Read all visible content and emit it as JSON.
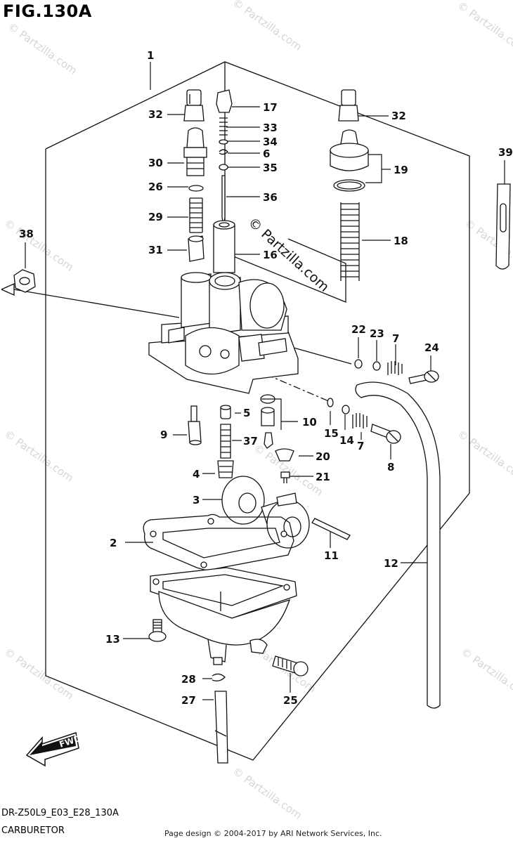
{
  "figure": {
    "title": "FIG.130A",
    "model_code": "DR-Z50L9_E03_E28_130A",
    "section_name": "CARBURETOR",
    "credit": "Page design © 2004-2017 by ARI Network Services, Inc.",
    "fwd_label": "FWD"
  },
  "watermark": {
    "text": "© Partzilla.com",
    "main_text": "© Partzilla.com"
  },
  "callouts": {
    "n1": "1",
    "n2": "2",
    "n3": "3",
    "n4": "4",
    "n5": "5",
    "n6": "6",
    "n7a": "7",
    "n7b": "7",
    "n8": "8",
    "n9": "9",
    "n10": "10",
    "n11": "11",
    "n12": "12",
    "n13": "13",
    "n14": "14",
    "n15": "15",
    "n16": "16",
    "n17": "17",
    "n18": "18",
    "n19": "19",
    "n20": "20",
    "n21": "21",
    "n22": "22",
    "n23": "23",
    "n24": "24",
    "n25": "25",
    "n26": "26",
    "n27": "27",
    "n28": "28",
    "n29": "29",
    "n30": "30",
    "n31": "31",
    "n32a": "32",
    "n32b": "32",
    "n33": "33",
    "n34": "34",
    "n35": "35",
    "n36": "36",
    "n37": "37",
    "n38": "38",
    "n39": "39"
  }
}
